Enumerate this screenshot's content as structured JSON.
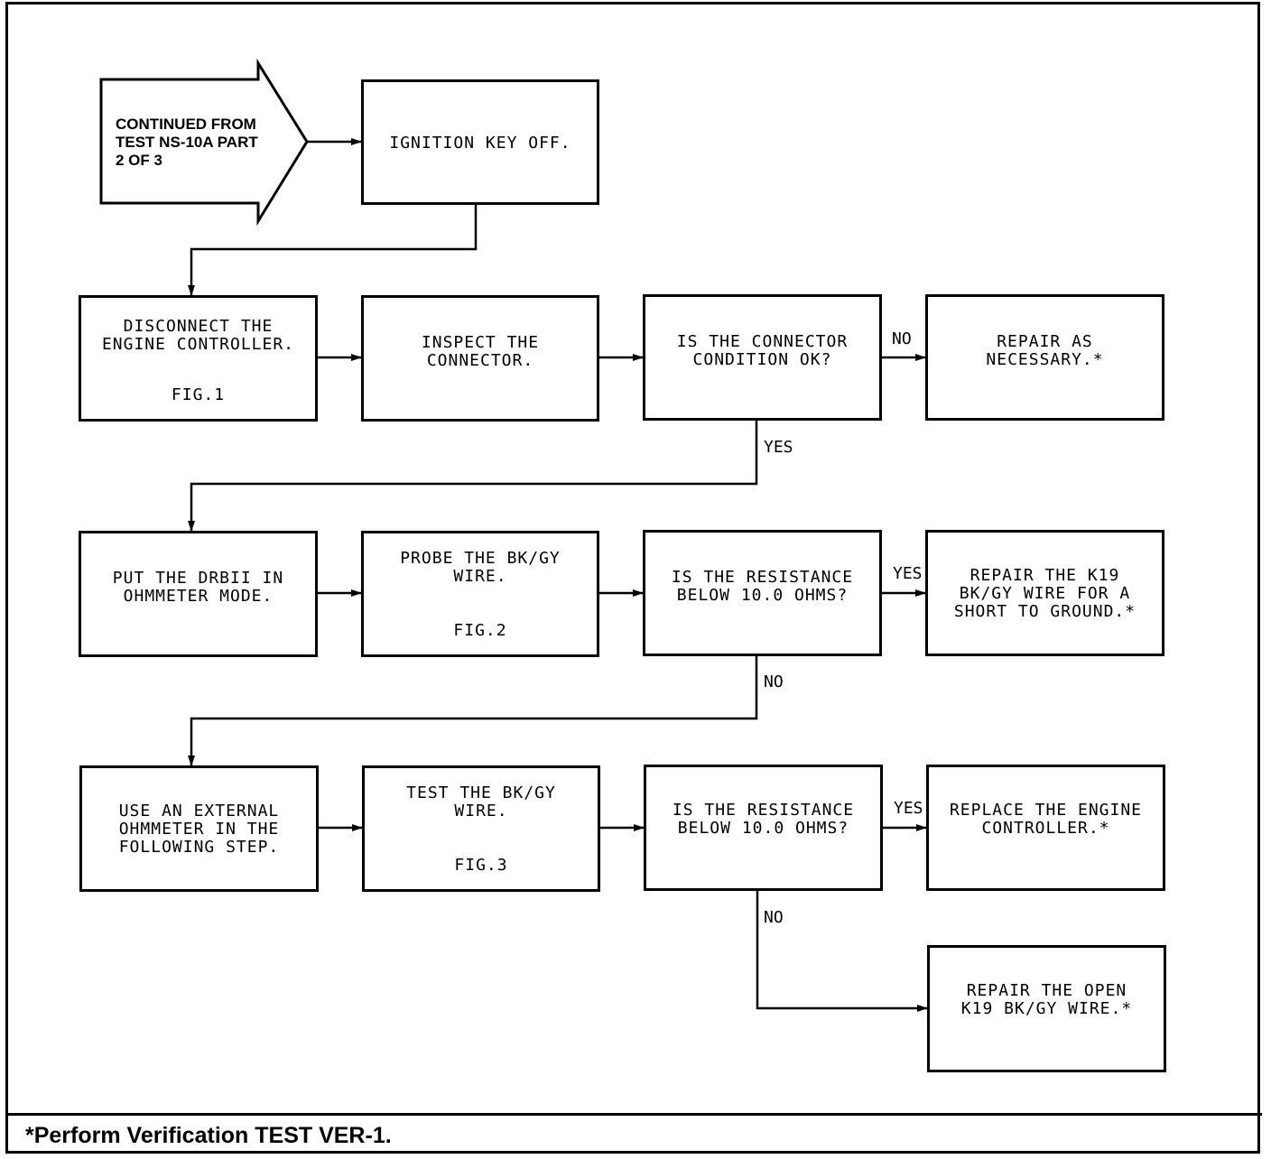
{
  "start": {
    "text": "CONTINUED FROM\nTEST NS-10A PART\n2 OF 3"
  },
  "steps": {
    "ignition": {
      "text": "IGNITION KEY OFF."
    },
    "disconnect": {
      "text": "DISCONNECT THE\nENGINE CONTROLLER.",
      "fig": "FIG.1"
    },
    "inspect": {
      "text": "INSPECT THE\nCONNECTOR."
    },
    "q_connector": {
      "text": "IS THE CONNECTOR\nCONDITION OK?"
    },
    "repair_necessary": {
      "text": "REPAIR AS\nNECESSARY.*"
    },
    "put_drbii": {
      "text": "PUT THE DRBII IN\nOHMMETER MODE."
    },
    "probe": {
      "text": "PROBE THE BK/GY\nWIRE.",
      "fig": "FIG.2"
    },
    "q_resistance_1": {
      "text": "IS THE RESISTANCE\nBELOW 10.0 OHMS?"
    },
    "repair_short": {
      "text": "REPAIR THE K19\nBK/GY WIRE FOR A\nSHORT TO GROUND.*"
    },
    "use_external": {
      "text": "USE AN EXTERNAL\nOHMMETER IN THE\nFOLLOWING STEP."
    },
    "test_wire": {
      "text": "TEST THE BK/GY\nWIRE.",
      "fig": "FIG.3"
    },
    "q_resistance_2": {
      "text": "IS THE RESISTANCE\nBELOW 10.0 OHMS?"
    },
    "replace_controller": {
      "text": "REPLACE THE ENGINE\nCONTROLLER.*"
    },
    "repair_open": {
      "text": "REPAIR THE OPEN\nK19 BK/GY WIRE.*"
    }
  },
  "branch_labels": {
    "q1_no": "NO",
    "q1_yes": "YES",
    "q2_yes": "YES",
    "q2_no": "NO",
    "q3_yes": "YES",
    "q3_no": "NO"
  },
  "footer": {
    "note": "*Perform Verification TEST VER-1."
  }
}
